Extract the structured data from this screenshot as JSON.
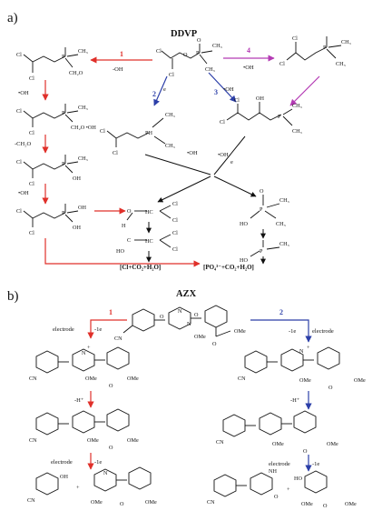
{
  "panel_a": {
    "label": "a)",
    "title": "DDVP",
    "paths": [
      "1",
      "2",
      "3",
      "4"
    ],
    "cond_oh_minus": "-OH",
    "cond_oh_radical": "•OH",
    "cond_e": "e",
    "cond_ch2o": "-CH₂O",
    "struct_labels": {
      "cl": "Cl",
      "p": "P",
      "o": "O",
      "ch3": "CH₃",
      "ph": "PH",
      "oh": "OH",
      "ho": "HO",
      "h": "H",
      "hc": "HC",
      "c": "C",
      "ch2o": "CH₂O",
      "ch2o_oh": "CH₂O •OH"
    },
    "product_left": "[Cl+CO₂+H₂O]",
    "product_right": "[PO₄³⁻+CO₂+H₂O]"
  },
  "panel_b": {
    "label": "b)",
    "title": "AZX",
    "paths": [
      "1",
      "2"
    ],
    "cond_electrode": "electrode",
    "cond_minus_e": "-1e",
    "cond_minus_h": "-H⁺",
    "struct_labels": {
      "cn": "CN",
      "o": "O",
      "n": "N",
      "ome": "OMe",
      "oh": "OH",
      "nh": "NH",
      "ho": "HO",
      "plus": "+"
    }
  },
  "colors": {
    "path1": "#e0302a",
    "path2": "#2c3fa8",
    "path3": "#2c3fa8",
    "path4": "#b43ab4",
    "black": "#111111"
  }
}
